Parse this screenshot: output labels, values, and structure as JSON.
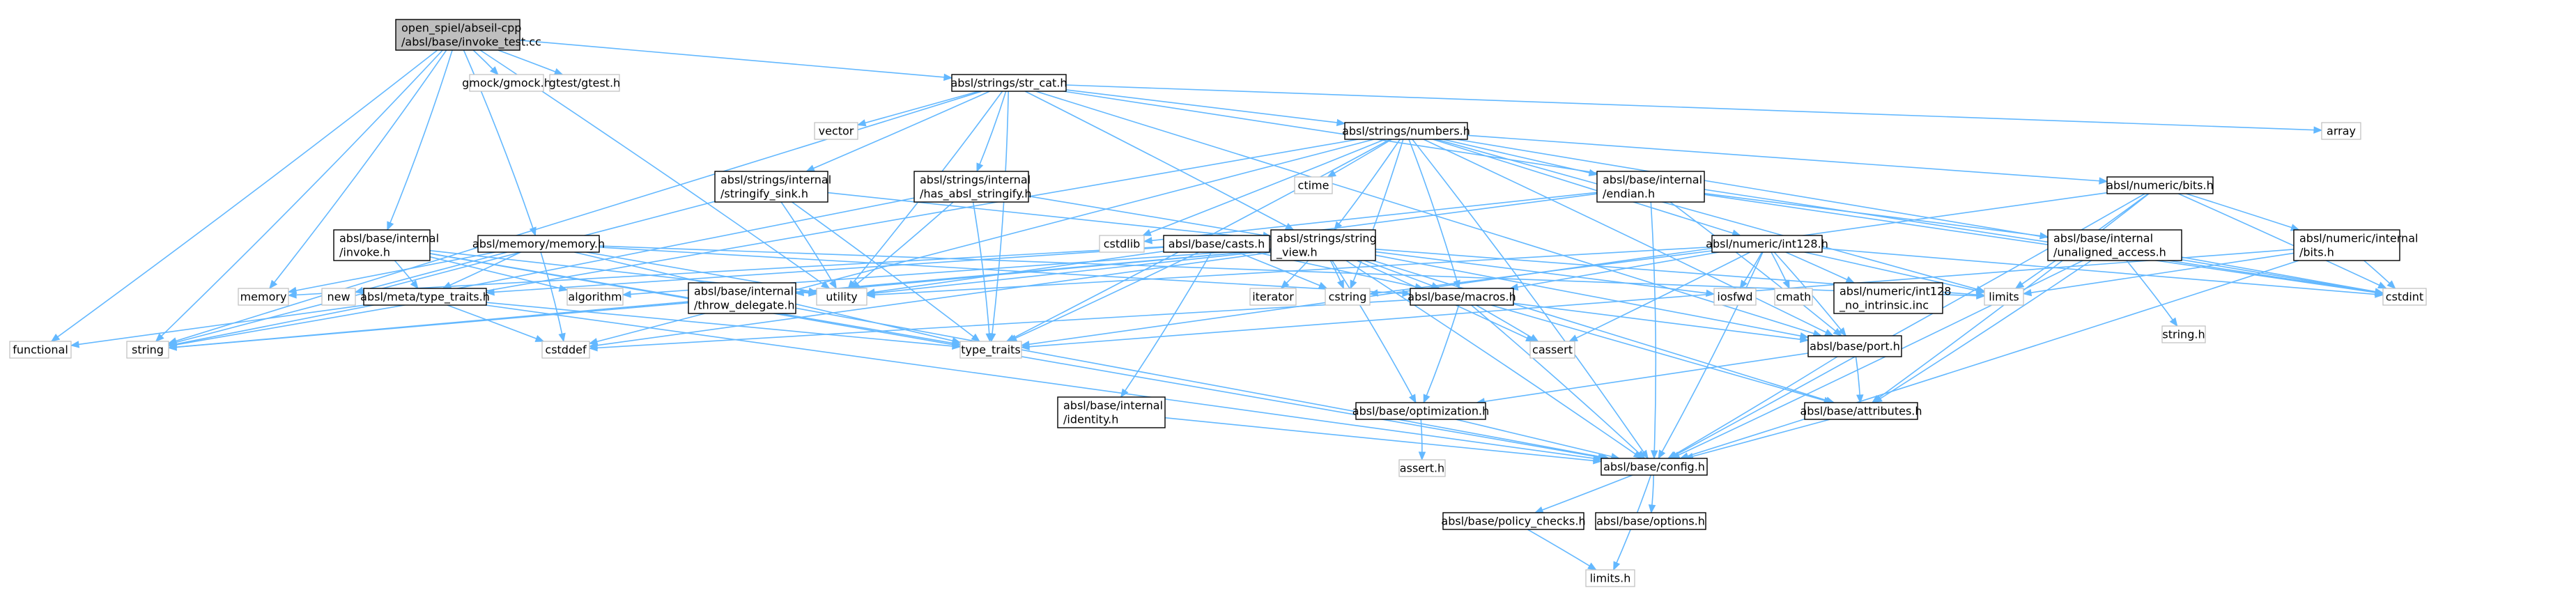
{
  "graph": {
    "edge_color": "#63b8ff",
    "root_fill": "#bfbfbf",
    "nodes": [
      {
        "id": "root",
        "lines": [
          "open_spiel/abseil-cpp",
          "/absl/base/invoke_test.cc"
        ],
        "kind": "root"
      },
      {
        "id": "str_cat",
        "lines": [
          "absl/strings/str_cat.h"
        ],
        "kind": "doc"
      },
      {
        "id": "gmock",
        "lines": [
          "gmock/gmock.h"
        ],
        "kind": "ext"
      },
      {
        "id": "gtest",
        "lines": [
          "gtest/gtest.h"
        ],
        "kind": "ext"
      },
      {
        "id": "vector",
        "lines": [
          "vector"
        ],
        "kind": "ext"
      },
      {
        "id": "array",
        "lines": [
          "array"
        ],
        "kind": "ext"
      },
      {
        "id": "numbers",
        "lines": [
          "absl/strings/numbers.h"
        ],
        "kind": "doc"
      },
      {
        "id": "stringify_sink",
        "lines": [
          "absl/strings/internal",
          "/stringify_sink.h"
        ],
        "kind": "doc"
      },
      {
        "id": "has_absl_stringify",
        "lines": [
          "absl/strings/internal",
          "/has_absl_stringify.h"
        ],
        "kind": "doc"
      },
      {
        "id": "ctime",
        "lines": [
          "ctime"
        ],
        "kind": "ext"
      },
      {
        "id": "endian",
        "lines": [
          "absl/base/internal",
          "/endian.h"
        ],
        "kind": "doc"
      },
      {
        "id": "numeric_bits",
        "lines": [
          "absl/numeric/bits.h"
        ],
        "kind": "doc"
      },
      {
        "id": "cstdlib",
        "lines": [
          "cstdlib"
        ],
        "kind": "ext"
      },
      {
        "id": "casts",
        "lines": [
          "absl/base/casts.h"
        ],
        "kind": "doc"
      },
      {
        "id": "string_view",
        "lines": [
          "absl/strings/string",
          "_view.h"
        ],
        "kind": "doc"
      },
      {
        "id": "int128",
        "lines": [
          "absl/numeric/int128.h"
        ],
        "kind": "doc"
      },
      {
        "id": "unaligned_access",
        "lines": [
          "absl/base/internal",
          "/unaligned_access.h"
        ],
        "kind": "doc"
      },
      {
        "id": "numeric_internal_bits",
        "lines": [
          "absl/numeric/internal",
          "/bits.h"
        ],
        "kind": "doc"
      },
      {
        "id": "internal_invoke",
        "lines": [
          "absl/base/internal",
          "/invoke.h"
        ],
        "kind": "doc"
      },
      {
        "id": "memory_h",
        "lines": [
          "absl/memory/memory.h"
        ],
        "kind": "doc"
      },
      {
        "id": "memory",
        "lines": [
          "memory"
        ],
        "kind": "ext"
      },
      {
        "id": "new",
        "lines": [
          "new"
        ],
        "kind": "ext"
      },
      {
        "id": "type_traits_h",
        "lines": [
          "absl/meta/type_traits.h"
        ],
        "kind": "doc"
      },
      {
        "id": "algorithm",
        "lines": [
          "algorithm"
        ],
        "kind": "ext"
      },
      {
        "id": "utility",
        "lines": [
          "utility"
        ],
        "kind": "ext"
      },
      {
        "id": "throw_delegate",
        "lines": [
          "absl/base/internal",
          "/throw_delegate.h"
        ],
        "kind": "doc"
      },
      {
        "id": "iterator",
        "lines": [
          "iterator"
        ],
        "kind": "ext"
      },
      {
        "id": "cstring",
        "lines": [
          "cstring"
        ],
        "kind": "ext"
      },
      {
        "id": "macros",
        "lines": [
          "absl/base/macros.h"
        ],
        "kind": "doc"
      },
      {
        "id": "iosfwd",
        "lines": [
          "iosfwd"
        ],
        "kind": "ext"
      },
      {
        "id": "cmath",
        "lines": [
          "cmath"
        ],
        "kind": "ext"
      },
      {
        "id": "int128_no_intrinsic",
        "lines": [
          "absl/numeric/int128",
          "_no_intrinsic.inc"
        ],
        "kind": "doc"
      },
      {
        "id": "limits",
        "lines": [
          "limits"
        ],
        "kind": "ext"
      },
      {
        "id": "string_h",
        "lines": [
          "string.h"
        ],
        "kind": "ext"
      },
      {
        "id": "cstdint",
        "lines": [
          "cstdint"
        ],
        "kind": "ext"
      },
      {
        "id": "functional",
        "lines": [
          "functional"
        ],
        "kind": "ext"
      },
      {
        "id": "string",
        "lines": [
          "string"
        ],
        "kind": "ext"
      },
      {
        "id": "cstddef",
        "lines": [
          "cstddef"
        ],
        "kind": "ext"
      },
      {
        "id": "type_traits",
        "lines": [
          "type_traits"
        ],
        "kind": "ext"
      },
      {
        "id": "cassert",
        "lines": [
          "cassert"
        ],
        "kind": "ext"
      },
      {
        "id": "port",
        "lines": [
          "absl/base/port.h"
        ],
        "kind": "doc"
      },
      {
        "id": "identity",
        "lines": [
          "absl/base/internal",
          "/identity.h"
        ],
        "kind": "doc"
      },
      {
        "id": "optimization",
        "lines": [
          "absl/base/optimization.h"
        ],
        "kind": "doc"
      },
      {
        "id": "attributes",
        "lines": [
          "absl/base/attributes.h"
        ],
        "kind": "doc"
      },
      {
        "id": "assert_h",
        "lines": [
          "assert.h"
        ],
        "kind": "ext"
      },
      {
        "id": "config",
        "lines": [
          "absl/base/config.h"
        ],
        "kind": "doc"
      },
      {
        "id": "policy_checks",
        "lines": [
          "absl/base/policy_checks.h"
        ],
        "kind": "doc"
      },
      {
        "id": "options",
        "lines": [
          "absl/base/options.h"
        ],
        "kind": "doc"
      },
      {
        "id": "limits_h",
        "lines": [
          "limits.h"
        ],
        "kind": "ext"
      }
    ],
    "edges": [
      [
        "root",
        "str_cat"
      ],
      [
        "root",
        "gmock"
      ],
      [
        "root",
        "gtest"
      ],
      [
        "root",
        "internal_invoke"
      ],
      [
        "root",
        "memory_h"
      ],
      [
        "root",
        "memory"
      ],
      [
        "root",
        "utility"
      ],
      [
        "root",
        "functional"
      ],
      [
        "root",
        "string"
      ],
      [
        "str_cat",
        "numbers"
      ],
      [
        "str_cat",
        "stringify_sink"
      ],
      [
        "str_cat",
        "has_absl_stringify"
      ],
      [
        "str_cat",
        "string_view"
      ],
      [
        "str_cat",
        "vector"
      ],
      [
        "str_cat",
        "array"
      ],
      [
        "str_cat",
        "string"
      ],
      [
        "str_cat",
        "utility"
      ],
      [
        "str_cat",
        "type_traits"
      ],
      [
        "str_cat",
        "cstdint"
      ],
      [
        "str_cat",
        "port"
      ],
      [
        "numbers",
        "ctime"
      ],
      [
        "numbers",
        "endian"
      ],
      [
        "numbers",
        "numeric_bits"
      ],
      [
        "numbers",
        "cstdlib"
      ],
      [
        "numbers",
        "string_view"
      ],
      [
        "numbers",
        "int128"
      ],
      [
        "numbers",
        "macros"
      ],
      [
        "numbers",
        "cstring"
      ],
      [
        "numbers",
        "limits"
      ],
      [
        "numbers",
        "cstddef"
      ],
      [
        "numbers",
        "string"
      ],
      [
        "numbers",
        "type_traits"
      ],
      [
        "numbers",
        "config"
      ],
      [
        "numbers",
        "port"
      ],
      [
        "numbers",
        "cstdint"
      ],
      [
        "stringify_sink",
        "string_view"
      ],
      [
        "stringify_sink",
        "string"
      ],
      [
        "stringify_sink",
        "utility"
      ],
      [
        "stringify_sink",
        "type_traits"
      ],
      [
        "has_absl_stringify",
        "string_view"
      ],
      [
        "has_absl_stringify",
        "utility"
      ],
      [
        "has_absl_stringify",
        "type_traits"
      ],
      [
        "has_absl_stringify",
        "string"
      ],
      [
        "endian",
        "casts"
      ],
      [
        "endian",
        "unaligned_access"
      ],
      [
        "endian",
        "port"
      ],
      [
        "endian",
        "config"
      ],
      [
        "endian",
        "cstdint"
      ],
      [
        "endian",
        "cstdlib"
      ],
      [
        "numeric_bits",
        "numeric_internal_bits"
      ],
      [
        "numeric_bits",
        "attributes"
      ],
      [
        "numeric_bits",
        "config"
      ],
      [
        "numeric_bits",
        "limits"
      ],
      [
        "numeric_bits",
        "cstdint"
      ],
      [
        "numeric_bits",
        "type_traits"
      ],
      [
        "casts",
        "type_traits_h"
      ],
      [
        "casts",
        "macros"
      ],
      [
        "casts",
        "identity"
      ],
      [
        "casts",
        "memory"
      ],
      [
        "casts",
        "cstring"
      ],
      [
        "casts",
        "type_traits"
      ],
      [
        "casts",
        "utility"
      ],
      [
        "string_view",
        "throw_delegate"
      ],
      [
        "string_view",
        "macros"
      ],
      [
        "string_view",
        "optimization"
      ],
      [
        "string_view",
        "port"
      ],
      [
        "string_view",
        "attributes"
      ],
      [
        "string_view",
        "config"
      ],
      [
        "string_view",
        "algorithm"
      ],
      [
        "string_view",
        "iterator"
      ],
      [
        "string_view",
        "cstring"
      ],
      [
        "string_view",
        "iosfwd"
      ],
      [
        "string_view",
        "limits"
      ],
      [
        "string_view",
        "cassert"
      ],
      [
        "string_view",
        "cstddef"
      ],
      [
        "string_view",
        "string"
      ],
      [
        "string_view",
        "utility"
      ],
      [
        "int128",
        "macros"
      ],
      [
        "int128",
        "port"
      ],
      [
        "int128",
        "config"
      ],
      [
        "int128",
        "int128_no_intrinsic"
      ],
      [
        "int128",
        "iosfwd"
      ],
      [
        "int128",
        "cmath"
      ],
      [
        "int128",
        "limits"
      ],
      [
        "int128",
        "cstring"
      ],
      [
        "int128",
        "cassert"
      ],
      [
        "int128",
        "cstdint"
      ],
      [
        "int128",
        "utility"
      ],
      [
        "unaligned_access",
        "attributes"
      ],
      [
        "unaligned_access",
        "config"
      ],
      [
        "unaligned_access",
        "string_h"
      ],
      [
        "unaligned_access",
        "cstdint"
      ],
      [
        "numeric_internal_bits",
        "config"
      ],
      [
        "numeric_internal_bits",
        "limits"
      ],
      [
        "numeric_internal_bits",
        "cstdint"
      ],
      [
        "numeric_internal_bits",
        "type_traits"
      ],
      [
        "internal_invoke",
        "type_traits_h"
      ],
      [
        "internal_invoke",
        "algorithm"
      ],
      [
        "internal_invoke",
        "utility"
      ],
      [
        "internal_invoke",
        "config"
      ],
      [
        "internal_invoke",
        "type_traits"
      ],
      [
        "memory_h",
        "type_traits_h"
      ],
      [
        "memory_h",
        "macros"
      ],
      [
        "memory_h",
        "memory"
      ],
      [
        "memory_h",
        "new"
      ],
      [
        "memory_h",
        "cstddef"
      ],
      [
        "memory_h",
        "utility"
      ],
      [
        "memory_h",
        "limits"
      ],
      [
        "memory_h",
        "type_traits"
      ],
      [
        "type_traits_h",
        "config"
      ],
      [
        "type_traits_h",
        "cstddef"
      ],
      [
        "type_traits_h",
        "functional"
      ],
      [
        "type_traits_h",
        "type_traits"
      ],
      [
        "throw_delegate",
        "config"
      ],
      [
        "throw_delegate",
        "string"
      ],
      [
        "macros",
        "optimization"
      ],
      [
        "macros",
        "attributes"
      ],
      [
        "macros",
        "config"
      ],
      [
        "macros",
        "port"
      ],
      [
        "macros",
        "cassert"
      ],
      [
        "macros",
        "cstddef"
      ],
      [
        "port",
        "attributes"
      ],
      [
        "port",
        "config"
      ],
      [
        "port",
        "optimization"
      ],
      [
        "identity",
        "config"
      ],
      [
        "optimization",
        "config"
      ],
      [
        "optimization",
        "assert_h"
      ],
      [
        "attributes",
        "config"
      ],
      [
        "config",
        "policy_checks"
      ],
      [
        "config",
        "options"
      ],
      [
        "config",
        "limits_h"
      ],
      [
        "policy_checks",
        "limits_h"
      ]
    ]
  }
}
